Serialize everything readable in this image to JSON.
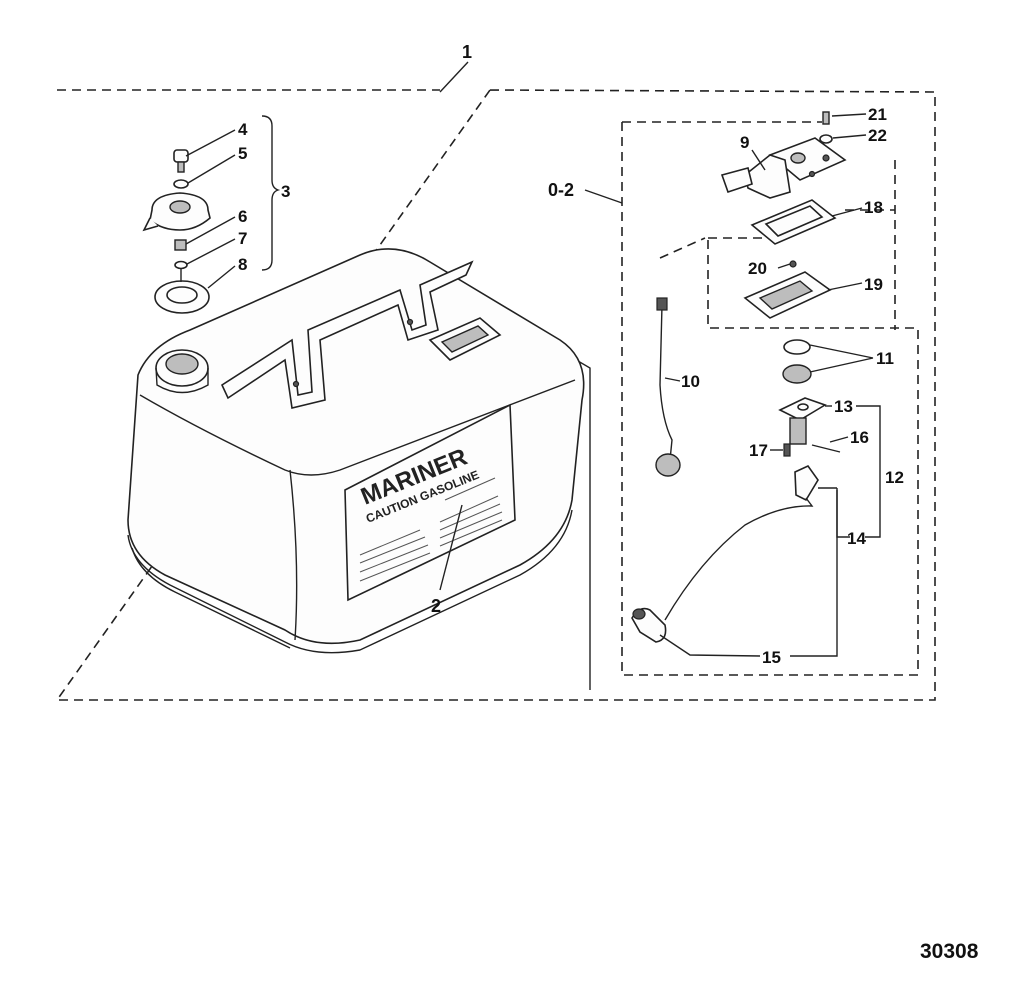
{
  "callouts": {
    "c1": "1",
    "c2": "2",
    "c3": "3",
    "c4": "4",
    "c5": "5",
    "c6": "6",
    "c7": "7",
    "c8": "8",
    "c9": "9",
    "c10": "10",
    "c11": "11",
    "c12": "12",
    "c13": "13",
    "c14": "14",
    "c15": "15",
    "c16": "16",
    "c17": "17",
    "c18": "18",
    "c19": "19",
    "c20": "20",
    "c21": "21",
    "c22": "22",
    "c02": "0-2"
  },
  "tank_label": {
    "brand": "MARINER",
    "warning": "CAUTION GASOLINE"
  },
  "reference_number": "30308"
}
